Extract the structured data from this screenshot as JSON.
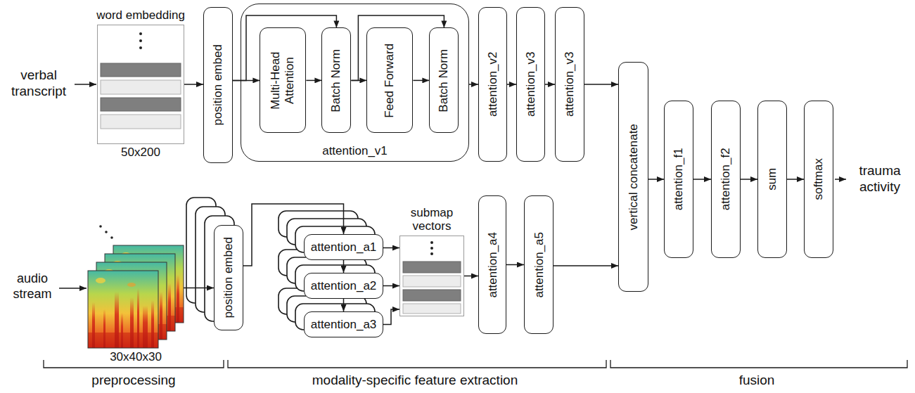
{
  "diagram": {
    "nodes": [
      {
        "text": [
          "word embedding",
          "50x200"
        ]
      },
      {
        "text": [
          "position embed"
        ]
      },
      {
        "text": [
          "attention_v1"
        ]
      },
      {
        "text": [
          "Multi-Head Attention"
        ],
        "in": 2
      },
      {
        "text": [
          "Batch Norm"
        ],
        "in": 2
      },
      {
        "text": [
          "Feed Forward"
        ],
        "in": 2
      },
      {
        "text": [
          "Batch Norm"
        ],
        "in": 2
      },
      {
        "text": [
          "attention_v2"
        ]
      },
      {
        "text": [
          "attention_v3"
        ]
      },
      {
        "text": [
          "attention_v3"
        ]
      },
      {
        "text": [
          "vertical concatenate"
        ]
      },
      {
        "text": [
          "attention_f1"
        ]
      },
      {
        "text": [
          "attention_f2"
        ]
      },
      {
        "text": [
          "sum"
        ]
      },
      {
        "text": [
          "softmax"
        ]
      },
      {
        "text": [
          "30x40x30"
        ]
      },
      {
        "text": [
          "position embed"
        ]
      },
      {
        "text": [
          "attention_a1"
        ]
      },
      {
        "text": [
          "attention_a2"
        ]
      },
      {
        "text": [
          "attention_a3"
        ]
      },
      {
        "text": [
          "submap vectors"
        ]
      },
      {
        "text": [
          "attention_a4"
        ]
      },
      {
        "text": [
          "attention_a5"
        ]
      }
    ],
    "edges": [
      {
        "from": 0,
        "to": 1,
        "arrow": "to"
      },
      {
        "from": 1,
        "to": 3,
        "arrow": "to"
      },
      {
        "from": 1,
        "to": 4,
        "arrow": "to"
      },
      {
        "from": 3,
        "to": 4,
        "arrow": "to"
      },
      {
        "from": 4,
        "to": 5,
        "arrow": "to"
      },
      {
        "from": 4,
        "to": 6,
        "arrow": "to"
      },
      {
        "from": 5,
        "to": 6,
        "arrow": "to"
      },
      {
        "from": 2,
        "to": 7,
        "arrow": "to"
      },
      {
        "from": 7,
        "to": 8,
        "arrow": "to"
      },
      {
        "from": 8,
        "to": 9,
        "arrow": "to"
      },
      {
        "from": 9,
        "to": 10,
        "arrow": "to"
      },
      {
        "from": 10,
        "to": 11,
        "arrow": "to"
      },
      {
        "from": 11,
        "to": 12,
        "arrow": "to"
      },
      {
        "from": 12,
        "to": 13,
        "arrow": "to"
      },
      {
        "from": 13,
        "to": 14,
        "arrow": "to"
      },
      {
        "from": 15,
        "to": 16,
        "arrow": "to"
      },
      {
        "from": 16,
        "to": 17,
        "arrow": "to"
      },
      {
        "from": 17,
        "to": 18,
        "arrow": "to"
      },
      {
        "from": 18,
        "to": 19,
        "arrow": "to"
      },
      {
        "from": 17,
        "to": 20,
        "arrow": "to"
      },
      {
        "from": 18,
        "to": 20,
        "arrow": "to"
      },
      {
        "from": 19,
        "to": 20,
        "arrow": "to"
      },
      {
        "from": 20,
        "to": 21,
        "arrow": "to"
      },
      {
        "from": 21,
        "to": 22,
        "arrow": "to"
      },
      {
        "from": 22,
        "to": 10,
        "arrow": "to"
      }
    ],
    "labels": [
      "verbal transcript",
      "audio stream",
      "trauma activity",
      "preprocessing",
      "modality-specific feature extraction",
      "fusion"
    ]
  }
}
